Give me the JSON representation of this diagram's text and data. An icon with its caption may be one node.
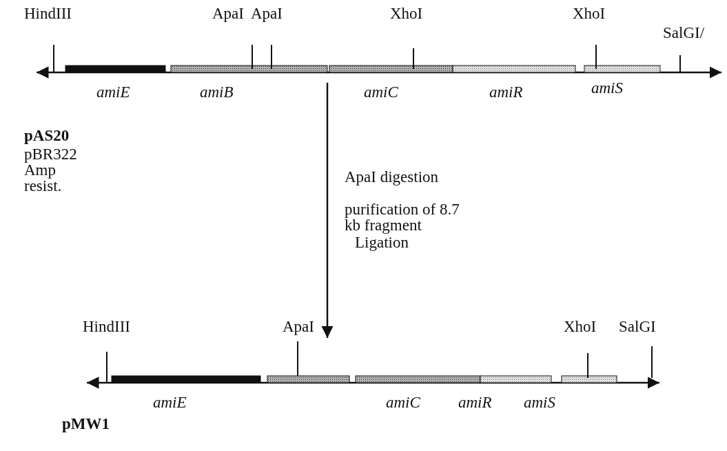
{
  "diagram": {
    "nodes": [
      {
        "text": [],
        "shape": "bar",
        "beside": [
          "HindIII",
          "ApaI",
          "ApaI",
          "XhoI",
          "XhoI",
          "SalGI/",
          "amiE",
          "amiB",
          "amiC",
          "amiR",
          "amiS"
        ]
      },
      {
        "text": [],
        "shape": "bar",
        "beside": [
          "HindIII",
          "ApaI",
          "XhoI",
          "SalGI",
          "amiE",
          "amiC",
          "amiR",
          "amiS"
        ]
      }
    ],
    "edges": [
      {
        "from": 0,
        "to": 1,
        "arrow": "to"
      }
    ],
    "labels": [
      "pAS20",
      "pBR322 Amp resist.",
      "ApaI digestion",
      "purification of 8.7 kb fragment",
      "Ligation",
      "pMW1"
    ]
  }
}
